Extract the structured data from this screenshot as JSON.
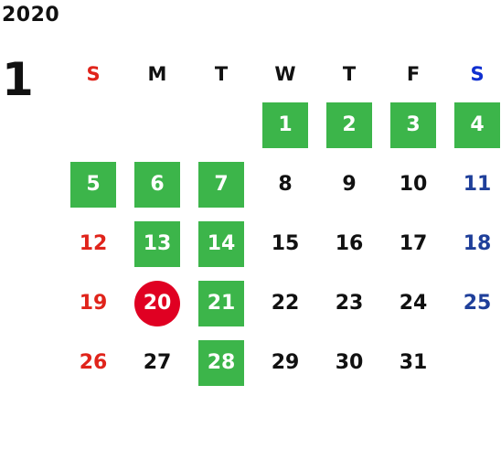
{
  "year": "2020",
  "month": "1",
  "weekdays": [
    "S",
    "M",
    "T",
    "W",
    "T",
    "F",
    "S"
  ],
  "days": [
    {
      "d": "",
      "c": 1
    },
    {
      "d": "",
      "c": 2
    },
    {
      "d": "",
      "c": 3
    },
    {
      "d": "1",
      "c": 4,
      "h": "green"
    },
    {
      "d": "2",
      "c": 5,
      "h": "green"
    },
    {
      "d": "3",
      "c": 6,
      "h": "green"
    },
    {
      "d": "4",
      "c": 7,
      "h": "green"
    },
    {
      "d": "5",
      "c": 1,
      "h": "green"
    },
    {
      "d": "6",
      "c": 2,
      "h": "green"
    },
    {
      "d": "7",
      "c": 3,
      "h": "green"
    },
    {
      "d": "8",
      "c": 4
    },
    {
      "d": "9",
      "c": 5
    },
    {
      "d": "10",
      "c": 6
    },
    {
      "d": "11",
      "c": 7
    },
    {
      "d": "12",
      "c": 1
    },
    {
      "d": "13",
      "c": 2,
      "h": "green"
    },
    {
      "d": "14",
      "c": 3,
      "h": "green"
    },
    {
      "d": "15",
      "c": 4
    },
    {
      "d": "16",
      "c": 5
    },
    {
      "d": "17",
      "c": 6
    },
    {
      "d": "18",
      "c": 7
    },
    {
      "d": "19",
      "c": 1
    },
    {
      "d": "20",
      "c": 2,
      "h": "today"
    },
    {
      "d": "21",
      "c": 3,
      "h": "green"
    },
    {
      "d": "22",
      "c": 4
    },
    {
      "d": "23",
      "c": 5
    },
    {
      "d": "24",
      "c": 6
    },
    {
      "d": "25",
      "c": 7
    },
    {
      "d": "26",
      "c": 1
    },
    {
      "d": "27",
      "c": 2
    },
    {
      "d": "28",
      "c": 3,
      "h": "green"
    },
    {
      "d": "29",
      "c": 4
    },
    {
      "d": "30",
      "c": 5
    },
    {
      "d": "31",
      "c": 6
    },
    {
      "d": "",
      "c": 7
    }
  ],
  "colors": {
    "highlight": "#3cb54a",
    "today": "#e00022",
    "sunday": "#e0241b",
    "saturday": "#1f3f9a",
    "text": "#111111"
  }
}
